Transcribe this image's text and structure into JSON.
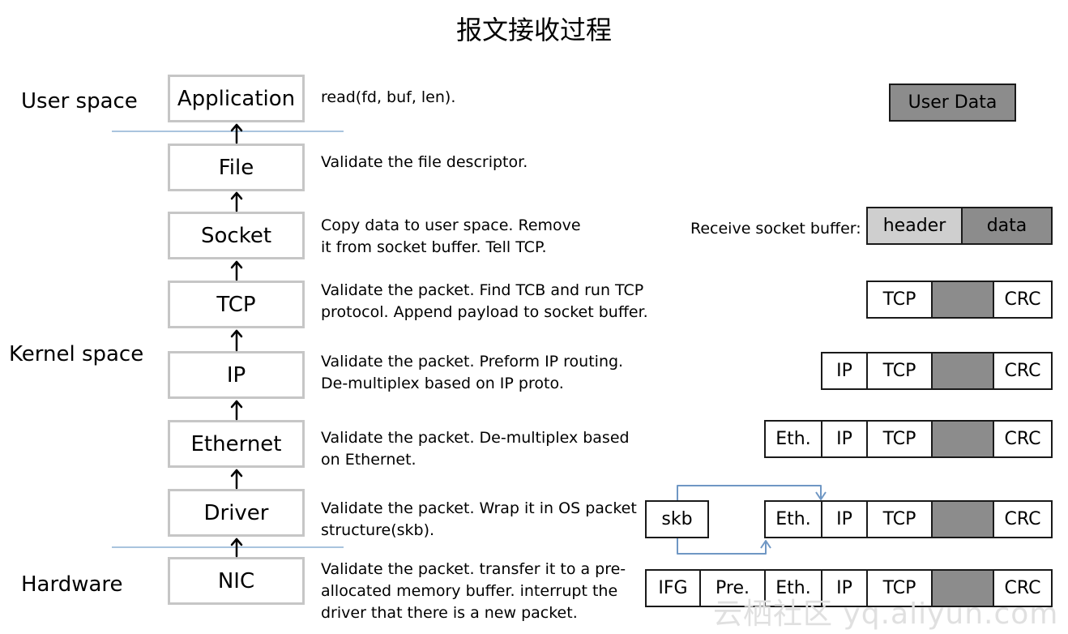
{
  "title": "报文接收过程",
  "spaces": {
    "user": "User space",
    "kernel": "Kernel space",
    "hardware": "Hardware"
  },
  "layers": [
    {
      "name": "Application",
      "desc": [
        "read(fd, buf, len)."
      ]
    },
    {
      "name": "File",
      "desc": [
        "Validate the file descriptor."
      ]
    },
    {
      "name": "Socket",
      "desc": [
        "Copy data to user space. Remove",
        "it from socket buffer. Tell TCP."
      ]
    },
    {
      "name": "TCP",
      "desc": [
        "Validate the packet. Find TCB and run TCP",
        "protocol. Append payload to socket buffer."
      ]
    },
    {
      "name": "IP",
      "desc": [
        "Validate the packet. Preform IP routing.",
        "De-multiplex based on IP proto."
      ]
    },
    {
      "name": "Ethernet",
      "desc": [
        "Validate the packet. De-multiplex based",
        "on Ethernet."
      ]
    },
    {
      "name": "Driver",
      "desc": [
        "Validate the packet. Wrap it in OS packet",
        "structure(skb)."
      ]
    },
    {
      "name": "NIC",
      "desc": [
        "Validate the packet. transfer it to a pre-",
        "allocated memory buffer. interrupt the",
        "driver that there is a new packet."
      ]
    }
  ],
  "packets": {
    "user_data": "User Data",
    "recv_label": "Receive socket buffer:",
    "header": "header",
    "data": "data",
    "tcp": "TCP",
    "ip": "IP",
    "eth": "Eth.",
    "crc": "CRC",
    "skb": "skb",
    "ifg": "IFG",
    "pre": "Pre."
  },
  "watermark": "云栖社区 yq.aliyun.com",
  "colors": {
    "layer_border": "#c6c6c6",
    "separator": "#a9c4de",
    "payload_gray": "#8c8c8c",
    "header_gray": "#cfcfcf",
    "skb_arrow": "#6f97c4"
  }
}
